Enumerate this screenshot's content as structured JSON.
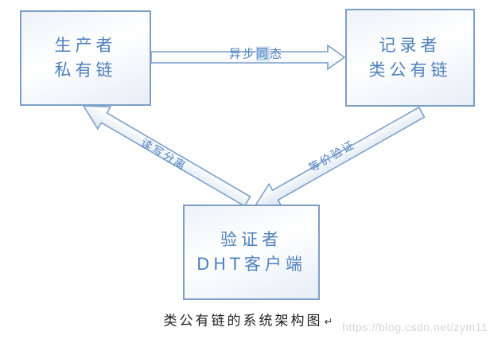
{
  "diagram": {
    "nodes": [
      {
        "id": "producer",
        "line1": "生产者",
        "line2": "私有链"
      },
      {
        "id": "recorder",
        "line1": "记录者",
        "line2": "类公有链"
      },
      {
        "id": "validator",
        "line1": "验证者",
        "line2": "DHT客户端"
      }
    ],
    "edges": {
      "async": {
        "prefix": "异步",
        "highlight": "同",
        "suffix": "态"
      },
      "rw_label": "读写分离",
      "equiv_label": "等价验证"
    },
    "caption": "类公有链的系统架构图",
    "caption_return_mark": "↵"
  },
  "watermark": {
    "text": "https://blog.csdn.net/zym11"
  },
  "colors": {
    "box_border": "#7d9fc7",
    "text_blue": "#4f81bd",
    "arrow_stroke": "#7da0c9",
    "arrow_fill_light": "#ffffff",
    "arrow_fill_shade": "#dde7f2",
    "highlight_bg": "#c3d9ee",
    "watermark_gray": "#d6d6d6"
  }
}
